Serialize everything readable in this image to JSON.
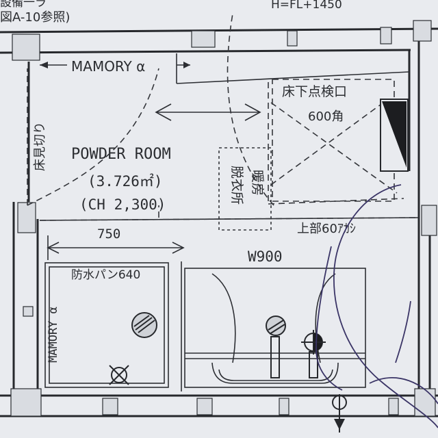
{
  "header": {
    "top_left_partial": "設備一ラ",
    "top_left_note": "図A-10参照)",
    "top_right_note": "H=FL+1450"
  },
  "labels": {
    "mamory_top": "MAMORY α",
    "floor_cut_vertical": "床見切り",
    "room_name": "POWDER ROOM",
    "room_area": "(3.726㎡)",
    "ceiling_height": "(CH 2,300)",
    "inspection_hatch": "床下点検口",
    "inspection_size": "600角",
    "dressing_area_col1": "脱衣所",
    "dressing_area_col2": "暖房",
    "upper_note": "上部60ｱｶｼ",
    "dim_750": "750",
    "washer_pan": "防水パン640",
    "mamory_side": "MAMORY α",
    "vanity_width": "W900"
  },
  "colors": {
    "paper": "#e9ebef",
    "ink": "#2a2c30",
    "pen": "#3a3466"
  },
  "icons": {
    "washer_drain": "drain-icon",
    "faucet_valve": "valve-icon",
    "mixer_tap": "mixer-tap-icon"
  }
}
